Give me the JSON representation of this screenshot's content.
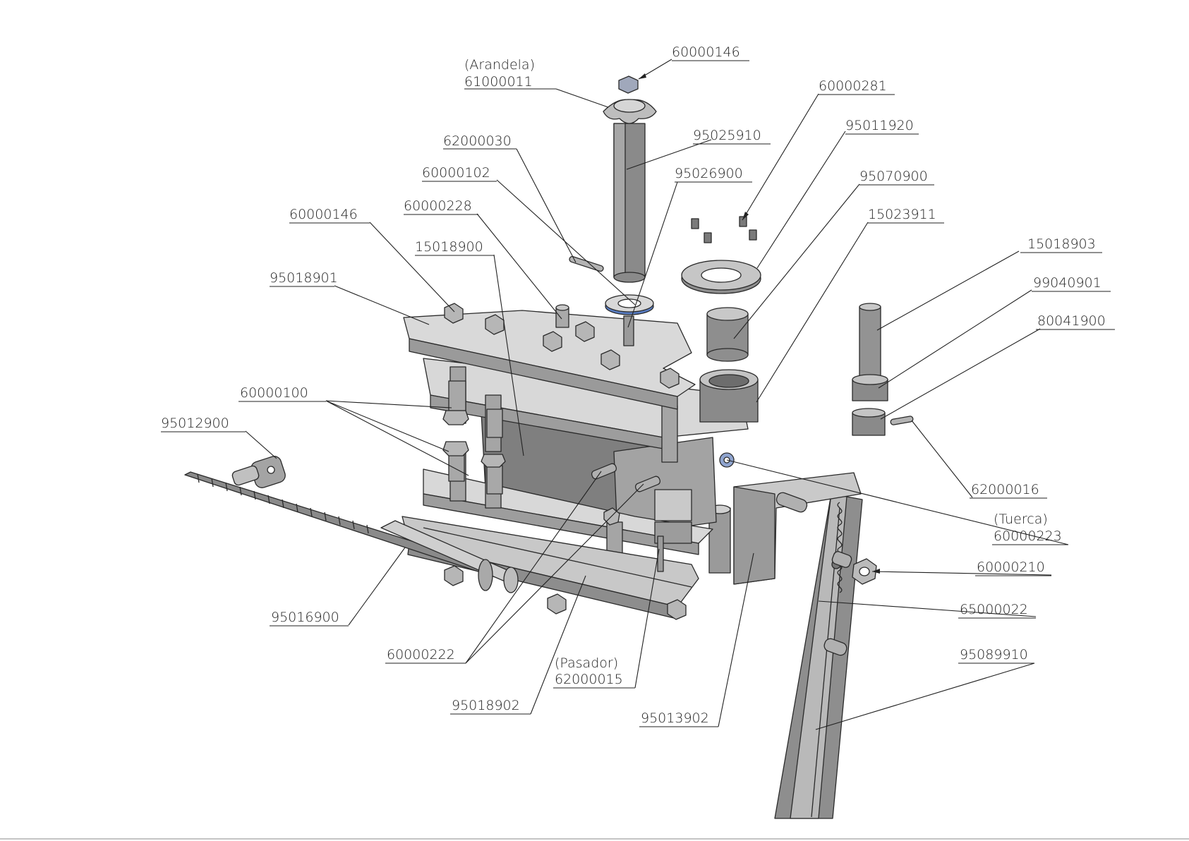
{
  "colors": {
    "line": "#222222",
    "steel_light": "#d4d4d4",
    "steel_mid": "#9b9b9b",
    "steel_dark": "#6e6e6e",
    "washer_blue": "#5a7fc6"
  },
  "callouts": {
    "c01": "60000146",
    "c02": "(Arandela)",
    "c03": "61000011",
    "c04": "60000281",
    "c05": "95011920",
    "c06": "62000030",
    "c07": "95025910",
    "c08": "60000102",
    "c09": "95026900",
    "c10": "95070900",
    "c11": "60000228",
    "c12": "60000146",
    "c13": "15023911",
    "c14": "15018900",
    "c15": "15018903",
    "c16": "95018901",
    "c17": "99040901",
    "c18": "80041900",
    "c19": "60000100",
    "c20": "95012900",
    "c21": "62000016",
    "c22": "(Tuerca)",
    "c23": "60000223",
    "c24": "60000210",
    "c25": "65000022",
    "c26": "95016900",
    "c27": "95089910",
    "c28": "60000222",
    "c29": "(Pasador)",
    "c30": "62000015",
    "c31": "95018902",
    "c32": "95013902"
  }
}
